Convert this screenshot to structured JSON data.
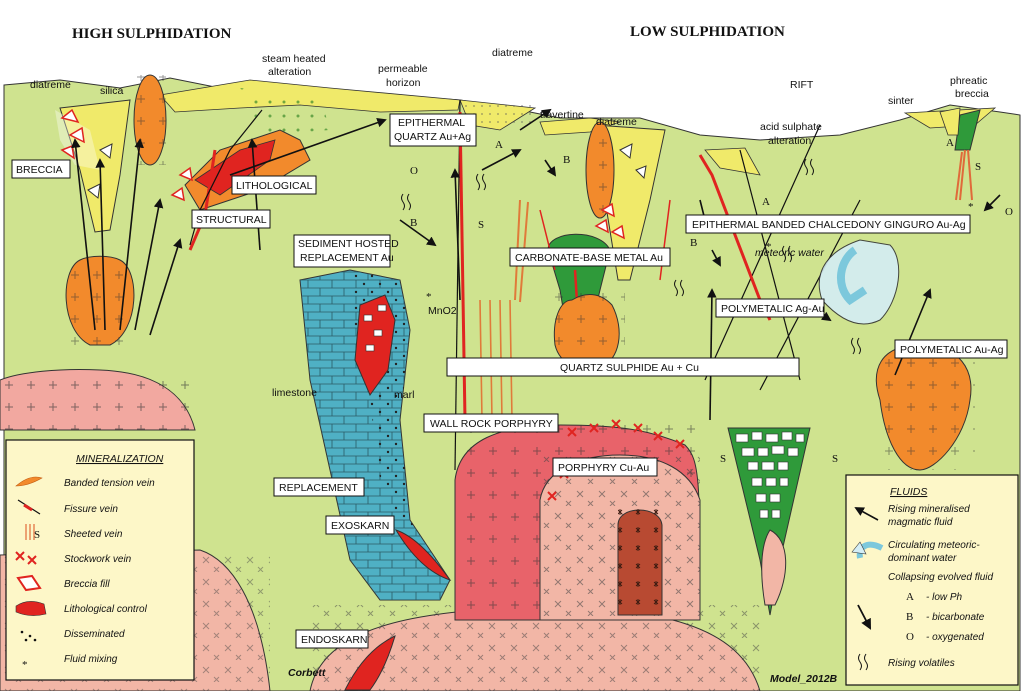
{
  "titles": {
    "high": "HIGH SULPHIDATION",
    "low": "LOW SULPHIDATION"
  },
  "labels": {
    "diatreme_left": "diatreme",
    "silica": "silica",
    "steam_heated": "steam heated",
    "alteration": "alteration",
    "permeable": "permeable",
    "horizon": "horizon",
    "diatreme_top": "diatreme",
    "travertine": "travertine",
    "diatreme_right": "diatreme",
    "rift": "RIFT",
    "acid_sulphate": "acid sulphate",
    "alteration2": "alteration",
    "sinter": "sinter",
    "phreatic": "phreatic",
    "breccia_lc": "breccia",
    "limestone": "limestone",
    "marl": "marl",
    "mno2": "MnO2",
    "meteoric_water": "meteoric water",
    "corbett": "Corbett",
    "model": "Model_2012B"
  },
  "boxes": {
    "breccia": "BRECCIA",
    "lithological": "LITHOLOGICAL",
    "structural": "STRUCTURAL",
    "epithermal_quartz_1": "EPITHERMAL",
    "epithermal_quartz_2": "QUARTZ Au+Ag",
    "sediment_hosted_1": "SEDIMENT HOSTED",
    "sediment_hosted_2": "REPLACEMENT Au",
    "carbonate_base_metal": "CARBONATE-BASE METAL Au",
    "epithermal_banded": "EPITHERMAL BANDED CHALCEDONY GINGURO Au-Ag",
    "polymetalic_agau": "POLYMETALIC Ag-Au",
    "polymetalic_auag": "POLYMETALIC Au-Ag",
    "quartz_sulphide": "QUARTZ SULPHIDE Au + Cu",
    "wall_rock_porphyry": "WALL ROCK PORPHYRY",
    "porphyry_cuau": "PORPHYRY Cu-Au",
    "replacement": "REPLACEMENT",
    "exoskarn": "EXOSKARN",
    "endoskarn": "ENDOSKARN"
  },
  "mineralization_legend": {
    "title": "MINERALIZATION",
    "items": [
      {
        "label": "Banded tension vein",
        "icon": "banded-tension-vein-icon"
      },
      {
        "label": "Fissure vein",
        "icon": "fissure-vein-icon"
      },
      {
        "label": "Sheeted vein",
        "icon": "sheeted-vein-icon"
      },
      {
        "label": "Stockwork vein",
        "icon": "stockwork-vein-icon"
      },
      {
        "label": "Breccia fill",
        "icon": "breccia-fill-icon"
      },
      {
        "label": "Lithological control",
        "icon": "lithological-control-icon"
      },
      {
        "label": "Disseminated",
        "icon": "disseminated-icon"
      },
      {
        "label": "Fluid mixing",
        "icon": "fluid-mixing-icon"
      }
    ]
  },
  "fluids_legend": {
    "title": "FLUIDS",
    "items": [
      {
        "label": "Rising mineralised",
        "label2": "magmatic fluid",
        "icon": "rising-fluid-arrow-icon"
      },
      {
        "label": "Circulating meteoric-",
        "label2": "dominant water",
        "icon": "meteoric-water-arrow-icon"
      },
      {
        "label": "Collapsing evolved fluid",
        "label2": "",
        "icon": "collapsing-fluid-arrow-icon"
      },
      {
        "label": "Rising volatiles",
        "label2": "",
        "icon": "rising-volatiles-icon"
      }
    ],
    "sub_items": [
      {
        "key": "A",
        "label": "- low Ph"
      },
      {
        "key": "B",
        "label": "- bicarbonate"
      },
      {
        "key": "O",
        "label": "- oxygenated"
      }
    ]
  },
  "symbols": {
    "a": "A",
    "b": "B",
    "o": "O",
    "s": "S",
    "star": "*"
  },
  "colors": {
    "background": "#cfe38f",
    "surface_yellow": "#f0ea6a",
    "orange_intrusion": "#f28a2c",
    "pink_intrusion": "#f2b6a6",
    "red_intrusion": "#e8636a",
    "limestone_blue": "#4fb0c4",
    "mineral_red": "#e02420",
    "legend_bg": "#fdf7c8",
    "green_core": "#2f9a3a"
  }
}
